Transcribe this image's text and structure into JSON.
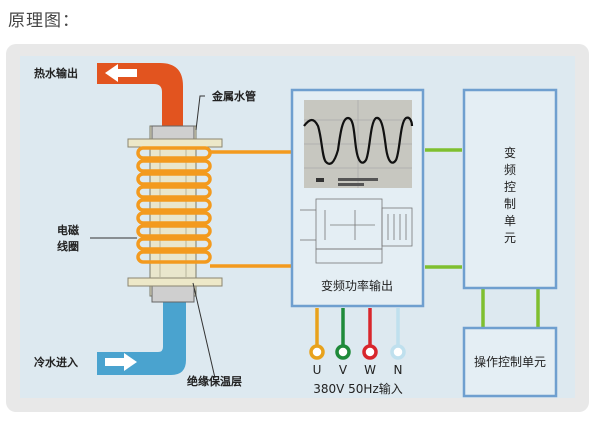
{
  "heading": "原理图：",
  "diagram": {
    "hot_water_out": "热水输出",
    "cold_water_in": "冷水进入",
    "metal_pipe": "金属水管",
    "coil_line1": "电磁",
    "coil_line2": "线圈",
    "insulation": "绝缘保温层",
    "power_output": "变频功率输出",
    "vf_control": [
      "变",
      "频",
      "控",
      "制",
      "单",
      "元"
    ],
    "op_control": "操作控制单元",
    "terminals": [
      {
        "label": "U",
        "color": "#e8a21c"
      },
      {
        "label": "V",
        "color": "#1f8a3a"
      },
      {
        "label": "W",
        "color": "#d8262c"
      },
      {
        "label": "N",
        "color": "#bfe0ee"
      }
    ],
    "input_spec": "380V 50Hz输入",
    "colors": {
      "hot_pipe": "#e2541f",
      "cold_pipe": "#4aa3cf",
      "coil": "#f39a1e",
      "box_border": "#6f9fcf",
      "connector_green": "#7fbf2f",
      "background": "#dfeaf1",
      "card": "#e8e8e8"
    }
  }
}
